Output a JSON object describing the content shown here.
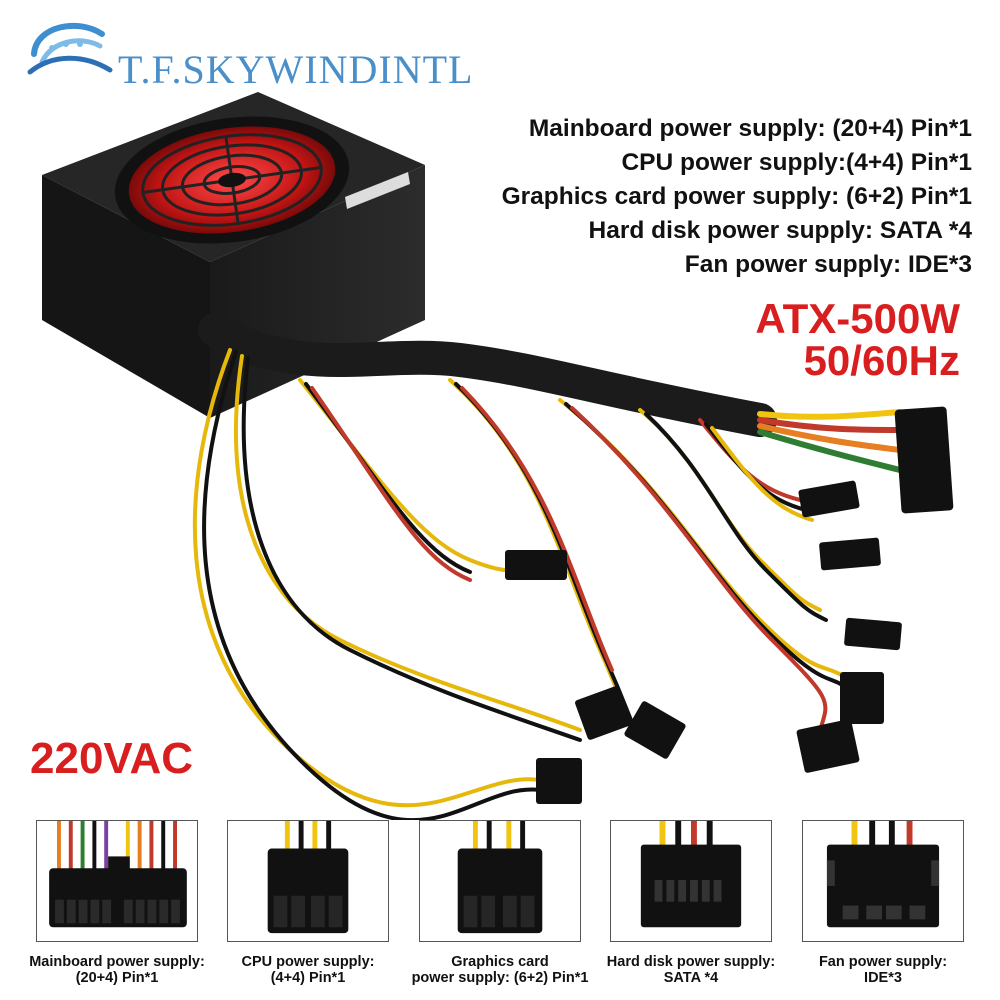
{
  "brand": {
    "name": "T.F.SKYWINDINTL",
    "logo_icon": "sky-swirl-logo-icon",
    "color": "#4a8fc9"
  },
  "specs": [
    "Mainboard power supply: (20+4) Pin*1",
    "CPU power supply:(4+4) Pin*1",
    "Graphics card power supply: (6+2) Pin*1",
    "Hard disk power supply: SATA *4",
    "Fan power supply: IDE*3"
  ],
  "model": {
    "line1": "ATX-500W",
    "line2": "50/60Hz",
    "color": "#d81e1e"
  },
  "voltage": "220VAC",
  "connectors": [
    {
      "icon": "atx-24pin-connector-icon",
      "caption1": "Mainboard power supply:",
      "caption2": "(20+4) Pin*1"
    },
    {
      "icon": "cpu-8pin-connector-icon",
      "caption1": "CPU power supply:",
      "caption2": "(4+4) Pin*1"
    },
    {
      "icon": "pcie-8pin-connector-icon",
      "caption1": "Graphics card",
      "caption2": "power supply: (6+2) Pin*1"
    },
    {
      "icon": "sata-connector-icon",
      "caption1": "Hard disk power supply:",
      "caption2": "SATA *4"
    },
    {
      "icon": "molex-ide-connector-icon",
      "caption1": "Fan power supply:",
      "caption2": "IDE*3"
    }
  ]
}
